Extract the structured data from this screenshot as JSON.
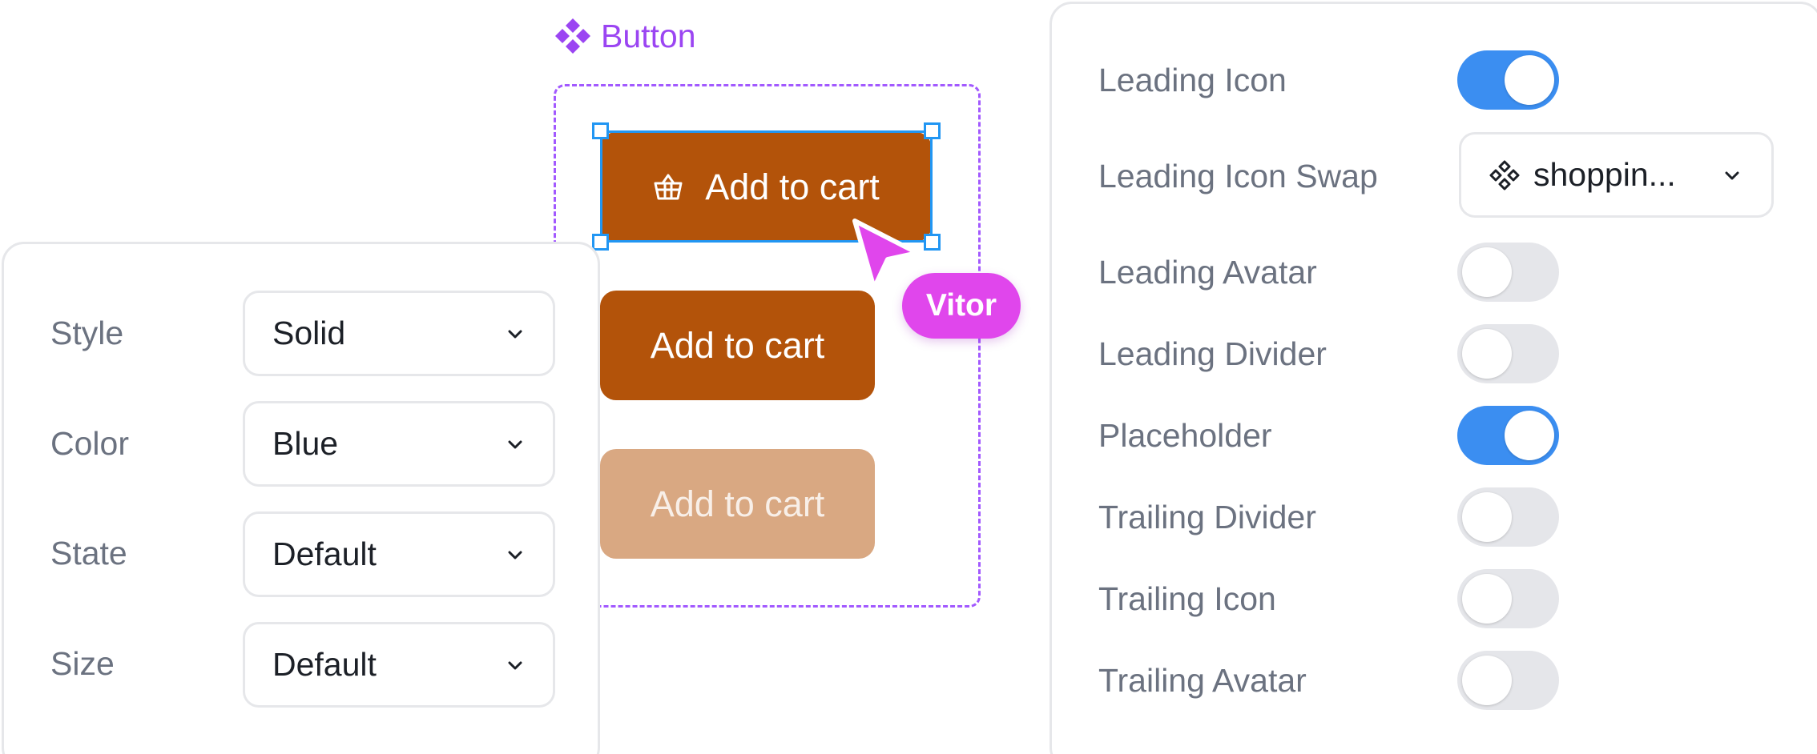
{
  "component": {
    "name": "Button",
    "accent_color": "#9b45f2",
    "icon": "component-diamond-icon"
  },
  "buttons": [
    {
      "label": "Add to cart",
      "leading_icon": "shopping-basket-icon",
      "color": "#b3530a",
      "selected": true
    },
    {
      "label": "Add to cart",
      "color": "#b3530a"
    },
    {
      "label": "Add to cart",
      "color": "#d9a882",
      "state": "disabled"
    }
  ],
  "cursor": {
    "user": "Vitor",
    "color": "#e046ec"
  },
  "properties": {
    "items": [
      {
        "label": "Style",
        "value": "Solid"
      },
      {
        "label": "Color",
        "value": "Blue"
      },
      {
        "label": "State",
        "value": "Default"
      },
      {
        "label": "Size",
        "value": "Default"
      }
    ]
  },
  "options": {
    "leading_icon": {
      "label": "Leading Icon",
      "on": true
    },
    "leading_icon_swap": {
      "label": "Leading Icon Swap",
      "value": "shoppin...",
      "icon": "component-instance-icon"
    },
    "toggles": [
      {
        "label": "Leading Avatar",
        "on": false
      },
      {
        "label": "Leading Divider",
        "on": false
      },
      {
        "label": "Placeholder",
        "on": true
      },
      {
        "label": "Trailing Divider",
        "on": false
      },
      {
        "label": "Trailing Icon",
        "on": false
      },
      {
        "label": "Trailing Avatar",
        "on": false
      }
    ]
  },
  "colors": {
    "toggle_on": "#3b8ef1",
    "toggle_off": "#e5e6ea",
    "selection": "#2196f3"
  }
}
